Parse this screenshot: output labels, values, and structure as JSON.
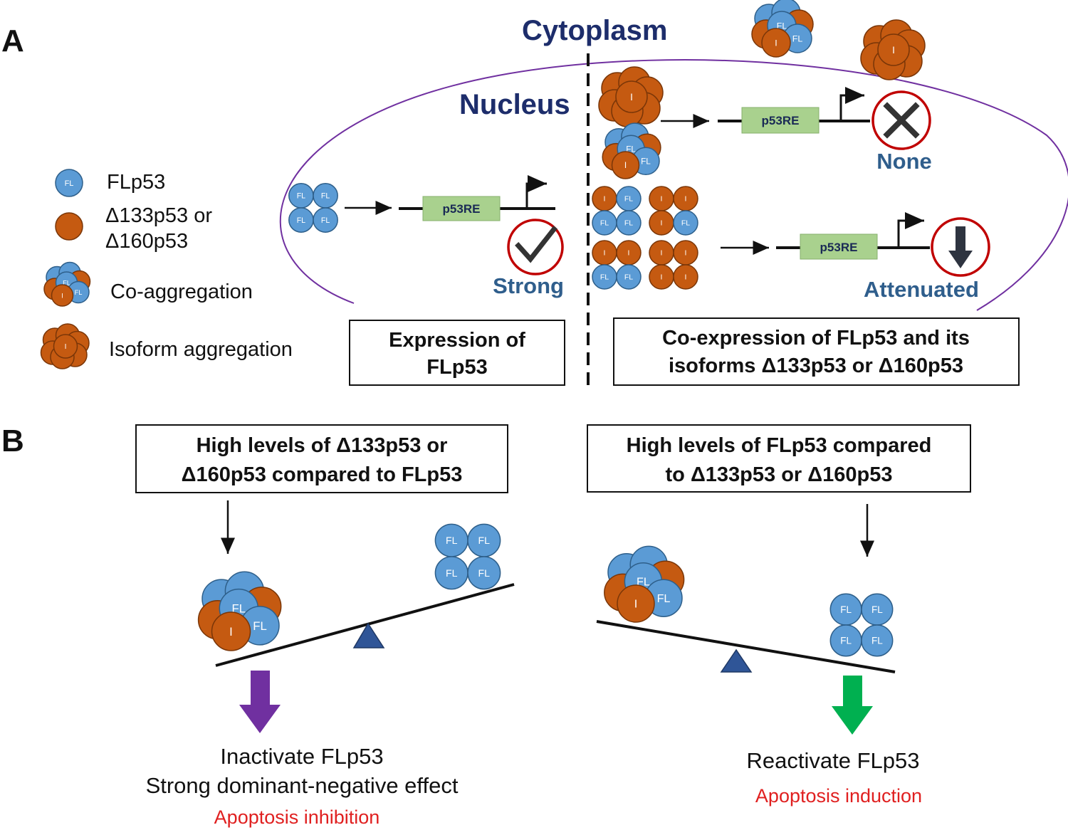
{
  "panels": {
    "a": "A",
    "b": "B"
  },
  "regions": {
    "cytoplasm": "Cytoplasm",
    "nucleus": "Nucleus"
  },
  "legend": {
    "flp53": "FLp53",
    "isoform_line1": "Δ133p53 or",
    "isoform_line2": "Δ160p53",
    "coagg": "Co-aggregation",
    "isoagg": "Isoform aggregation"
  },
  "molecules": {
    "fl_mark": "FL",
    "iso_mark": "I"
  },
  "response_element": "p53RE",
  "status": {
    "strong": "Strong",
    "none": "None",
    "attenuated": "Attenuated"
  },
  "boxes": {
    "expr_line1": "Expression of",
    "expr_line2": "FLp53",
    "coexpr_line1": "Co-expression of FLp53 and its",
    "coexpr_line2": "isoforms Δ133p53 or Δ160p53",
    "high_iso_line1": "High levels of Δ133p53 or",
    "high_iso_line2": "Δ160p53 compared to FLp53",
    "high_fl_line1": "High levels of FLp53 compared",
    "high_fl_line2": "to Δ133p53 or Δ160p53"
  },
  "outcomes": {
    "left_line1": "Inactivate  FLp53",
    "left_line2": "Strong  dominant-negative  effect",
    "left_red": "Apoptosis inhibition",
    "right_line1": "Reactivate  FLp53",
    "right_red": "Apoptosis induction"
  },
  "colors": {
    "fl_blue": "#5b9bd5",
    "iso_orange": "#c55a11",
    "re_green": "#a9d18e",
    "nucleus_purple": "#7030a0",
    "arrow_purple": "#7030a0",
    "arrow_green": "#00b050",
    "fulcrum": "#2f5597",
    "red": "#e02020",
    "title_navy": "#1d2d6b"
  }
}
